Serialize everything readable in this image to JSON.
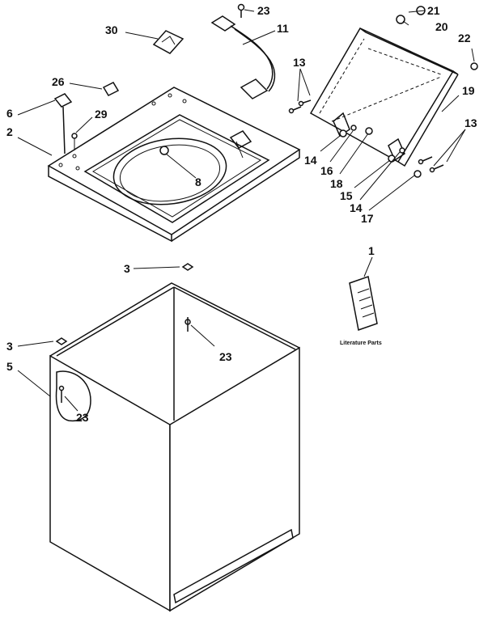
{
  "labels": {
    "p1": "1",
    "p2": "2",
    "p3a": "3",
    "p3b": "3",
    "p5": "5",
    "p6": "6",
    "p8": "8",
    "p11": "11",
    "p13a": "13",
    "p13b": "13",
    "p14a": "14",
    "p14b": "14",
    "p15": "15",
    "p16": "16",
    "p17": "17",
    "p18": "18",
    "p19": "19",
    "p20": "20",
    "p21": "21",
    "p22": "22",
    "p23a": "23",
    "p23b": "23",
    "p23c": "23",
    "p26": "26",
    "p29": "29",
    "p30": "30"
  },
  "literature_caption": "Literature Parts"
}
